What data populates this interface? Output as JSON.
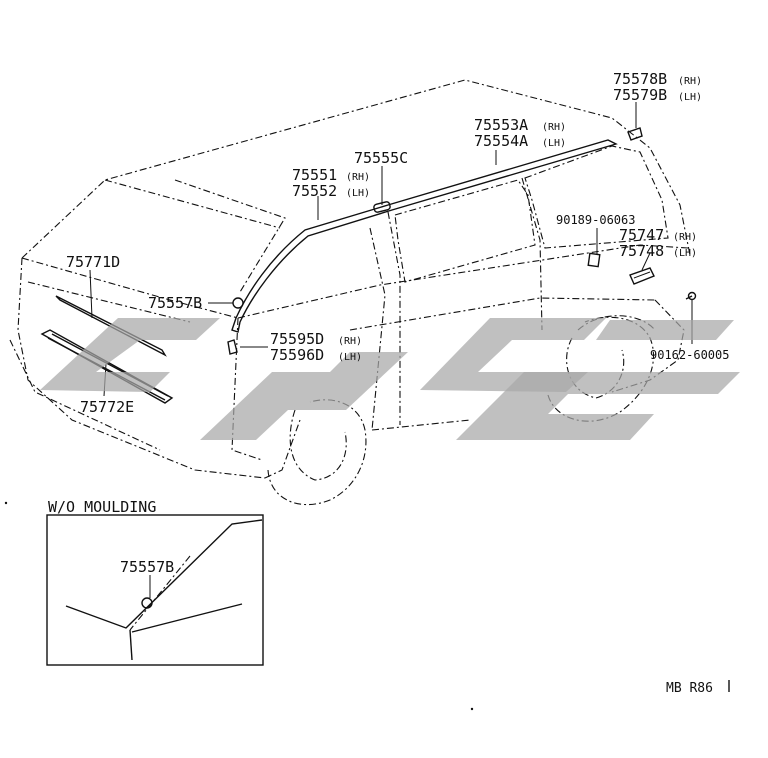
{
  "labels": {
    "p75578b": "75578B",
    "p75578b_side": "(RH)",
    "p75579b": "75579B",
    "p75579b_side": "(LH)",
    "p75553a": "75553A",
    "p75553a_side": "(RH)",
    "p75554a": "75554A",
    "p75554a_side": "(LH)",
    "p75555c": "75555C",
    "p75551": "75551",
    "p75551_side": "(RH)",
    "p75552": "75552",
    "p75552_side": "(LH)",
    "p90189": "90189-06063",
    "p75747": "75747",
    "p75747_side": "(RH)",
    "p75748": "75748",
    "p75748_side": "(LH)",
    "p75771d": "75771D",
    "p75557b": "75557B",
    "p75595d": "75595D",
    "p75595d_side": "(RH)",
    "p75596d": "75596D",
    "p75596d_side": "(LH)",
    "p90162": "90162-60005",
    "p75772e": "75772E",
    "inset_title": "W/O MOULDING",
    "inset_p75557b": "75557B",
    "drawing_code": "MB R86"
  },
  "colors": {
    "line": "#111111",
    "watermark": "#a8a8a8",
    "background": "#ffffff"
  }
}
